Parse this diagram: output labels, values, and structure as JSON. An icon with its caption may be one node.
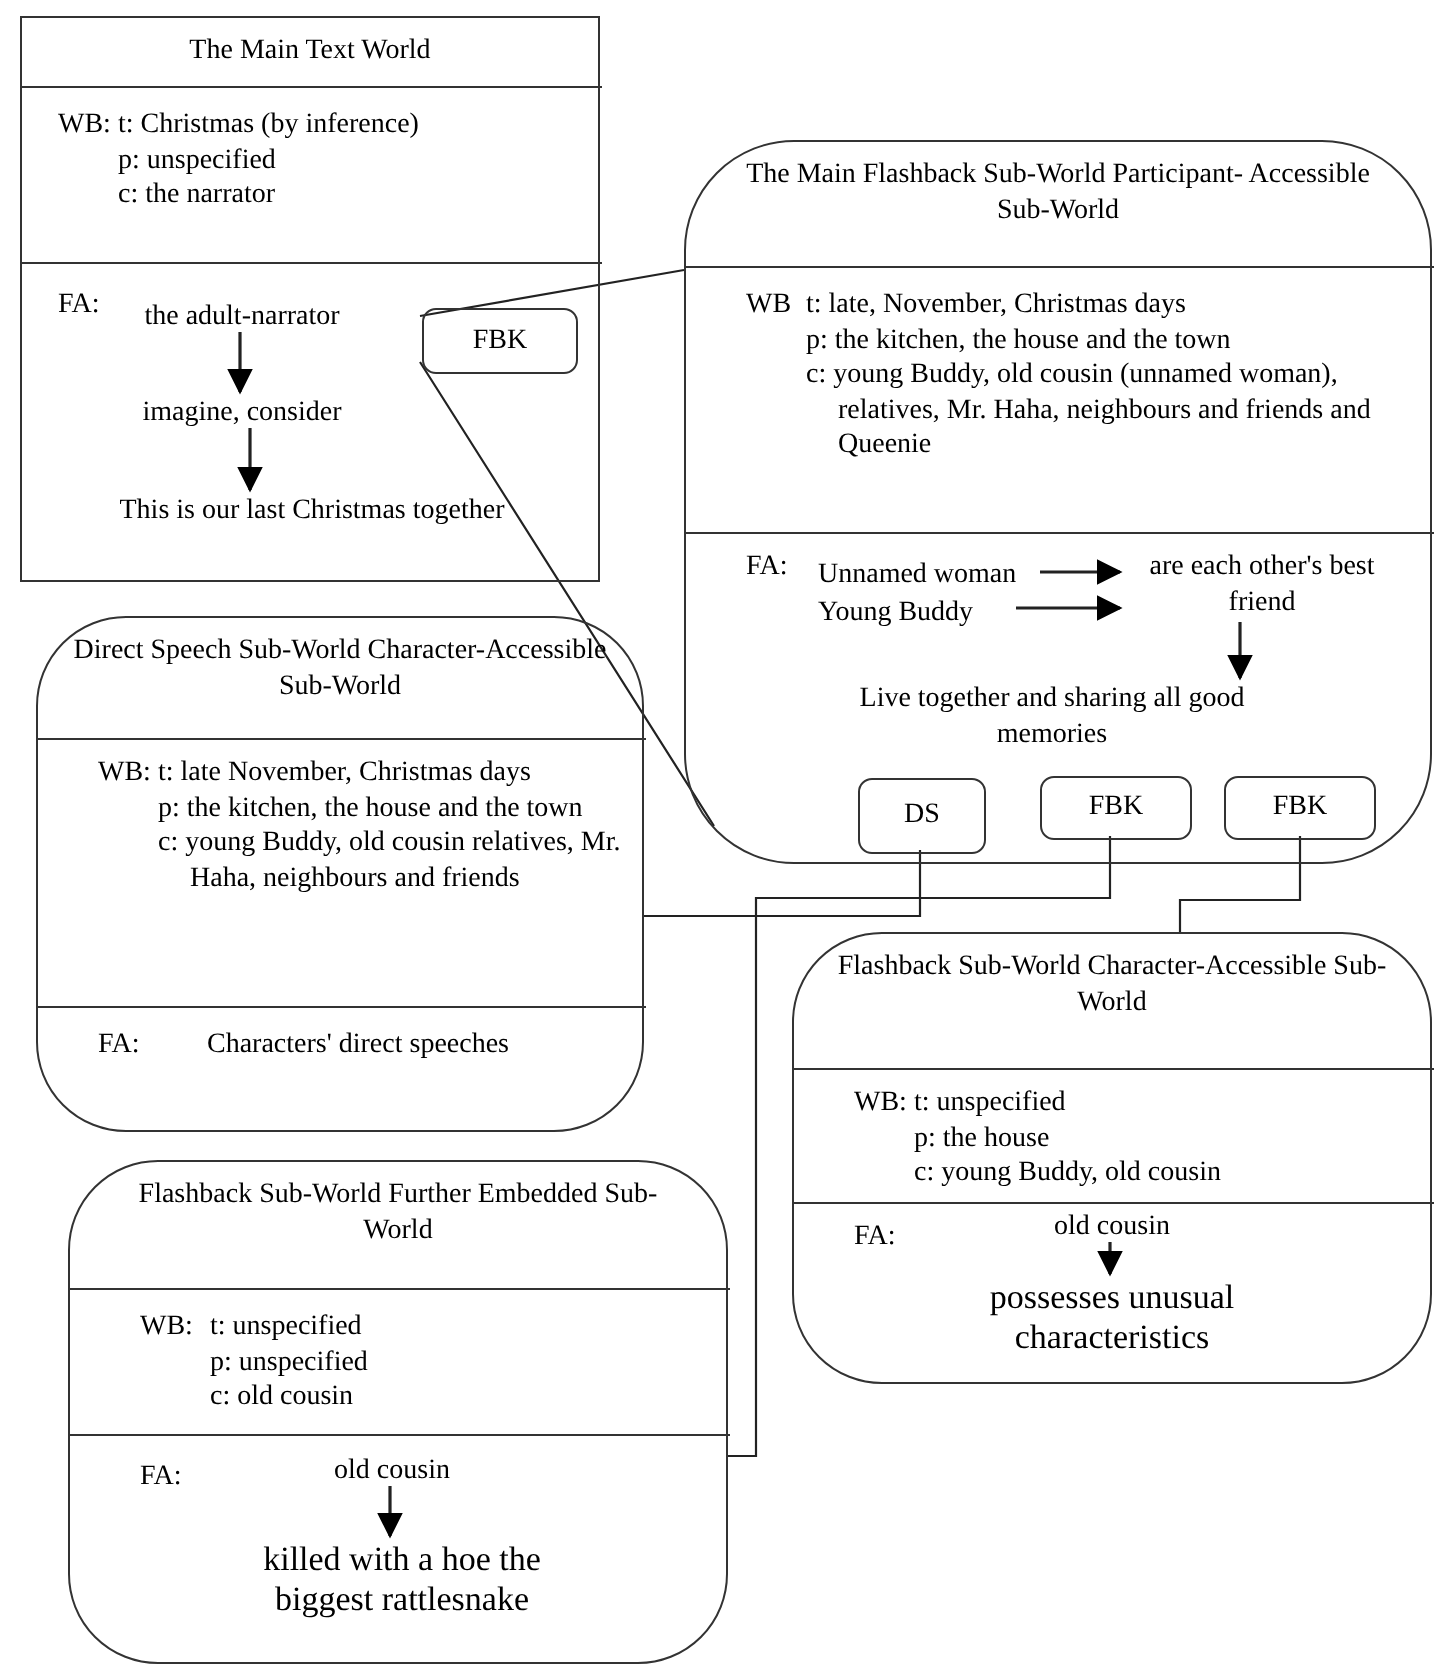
{
  "diagram": {
    "nodes": [
      {
        "text": [
          "The Main Text World"
        ]
      },
      {
        "text": [
          "WB:",
          "t: Christmas (by inference)",
          "p: unspecified",
          "c: the narrator"
        ],
        "in": 0
      },
      {
        "text": [
          "FA:"
        ],
        "in": 0
      },
      {
        "text": [
          "the adult-narrator"
        ],
        "in": 2
      },
      {
        "text": [
          "imagine, consider"
        ],
        "in": 2
      },
      {
        "text": [
          "This is our last Christmas together"
        ],
        "in": 2
      },
      {
        "text": [
          "FBK"
        ],
        "in": 2
      },
      {
        "text": [
          "The Main Flashback Sub-World Participant- Accessible Sub-World"
        ]
      },
      {
        "text": [
          "WB",
          "t: late, November, Christmas days",
          "p: the kitchen, the house and the town",
          "c: young Buddy, old cousin (unnamed woman), relatives, Mr. Haha, neighbours and friends and Queenie"
        ],
        "in": 7
      },
      {
        "text": [
          "FA:"
        ],
        "in": 7
      },
      {
        "text": [
          "Unnamed woman"
        ],
        "in": 9
      },
      {
        "text": [
          "Young Buddy"
        ],
        "in": 9
      },
      {
        "text": [
          "are each other's best friend"
        ],
        "in": 9
      },
      {
        "text": [
          "Live together and sharing all good memories"
        ],
        "in": 9
      },
      {
        "text": [
          "DS"
        ],
        "in": 9
      },
      {
        "text": [
          "FBK"
        ],
        "in": 9
      },
      {
        "text": [
          "FBK"
        ],
        "in": 9
      },
      {
        "text": [
          "Direct Speech Sub-World Character-Accessible Sub-World"
        ]
      },
      {
        "text": [
          "WB:",
          "t: late November, Christmas days",
          "p: the kitchen, the house and the town",
          "c: young Buddy, old cousin relatives, Mr. Haha, neighbours and friends"
        ],
        "in": 17
      },
      {
        "text": [
          "FA:",
          "Characters' direct speeches"
        ],
        "in": 17
      },
      {
        "text": [
          "Flashback Sub-World Character-Accessible Sub-World"
        ]
      },
      {
        "text": [
          "WB:",
          "t: unspecified",
          "p: the house",
          "c: young Buddy, old cousin"
        ],
        "in": 20
      },
      {
        "text": [
          "FA:"
        ],
        "in": 20
      },
      {
        "text": [
          "old cousin"
        ],
        "in": 22
      },
      {
        "text": [
          "possesses unusual characteristics"
        ],
        "in": 22
      },
      {
        "text": [
          "Flashback Sub-World Further Embedded Sub-World"
        ]
      },
      {
        "text": [
          "WB:",
          "t: unspecified",
          "p: unspecified",
          "c: old cousin"
        ],
        "in": 25
      },
      {
        "text": [
          "FA:"
        ],
        "in": 25
      },
      {
        "text": [
          "old cousin"
        ],
        "in": 27
      },
      {
        "text": [
          "killed with a hoe the biggest rattlesnake"
        ],
        "in": 27
      }
    ],
    "edges": [
      {
        "from": 3,
        "to": 4,
        "arrow": "to"
      },
      {
        "from": 4,
        "to": 5,
        "arrow": "to"
      },
      {
        "from": 6,
        "to": 7,
        "arrow": "none"
      },
      {
        "from": 10,
        "to": 12,
        "arrow": "to"
      },
      {
        "from": 11,
        "to": 12,
        "arrow": "to"
      },
      {
        "from": 12,
        "to": 13,
        "arrow": "to"
      },
      {
        "from": 14,
        "to": 17,
        "arrow": "none"
      },
      {
        "from": 15,
        "to": 25,
        "arrow": "none"
      },
      {
        "from": 16,
        "to": 20,
        "arrow": "none"
      },
      {
        "from": 23,
        "to": 24,
        "arrow": "to"
      },
      {
        "from": 28,
        "to": 29,
        "arrow": "to"
      }
    ]
  }
}
